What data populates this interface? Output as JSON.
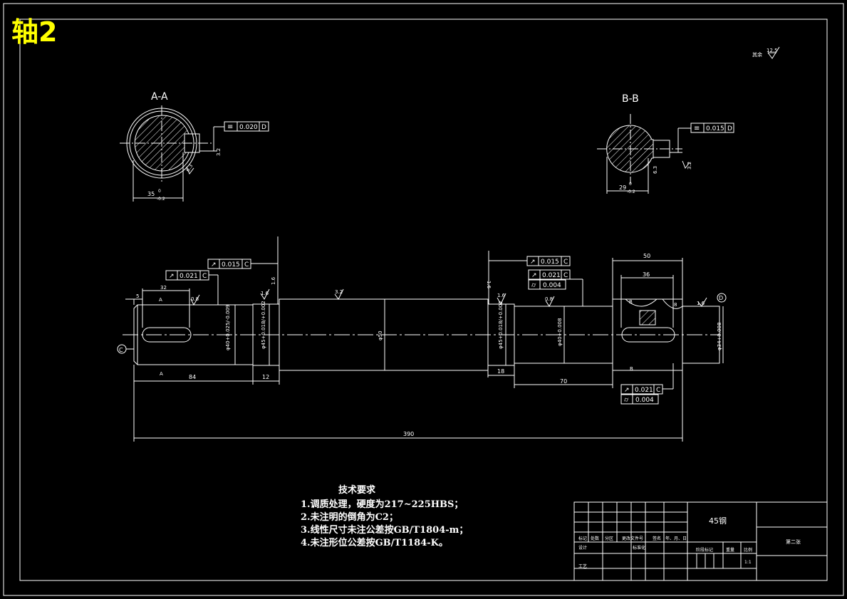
{
  "drawing_title": "轴2",
  "roughness_rest": {
    "value": "12.5",
    "label": "其余"
  },
  "sections": {
    "a": {
      "label": "A-A",
      "width_dim": "35",
      "width_tol_up": "0",
      "width_tol_low": "-0.2",
      "symmetry_tol": "0.020",
      "datum": "D",
      "key_rough": "3.2",
      "side_rough": "6.3"
    },
    "b": {
      "label": "B-B",
      "width_dim": "29",
      "width_tol_up": "0",
      "width_tol_low": "-0.2",
      "symmetry_tol": "0.015",
      "datum": "D",
      "key_rough": "3.2",
      "side_rough": "6.3"
    }
  },
  "main_view": {
    "dims": {
      "left_step": "5",
      "key_len": "32",
      "d1": "φ40+0.025/-0.009",
      "d2": "φ45+0.018/+0.002",
      "d3": "φ50",
      "d4": "φ45+0.018/+0.002",
      "d5": "φ40+0.008",
      "d6": "φ34+0.008",
      "len_84": "84",
      "len_12": "12",
      "len_18": "18",
      "len_70": "70",
      "len_50": "50",
      "len_36": "36",
      "len_8": "8",
      "total": "390"
    },
    "rough": {
      "r08a": "0.8",
      "r16a": "1.6",
      "r16b": "1.6",
      "r32": "3.2",
      "r16c": "1.6",
      "r08b": "0.8",
      "r16d": "1.6",
      "r16e": "1.6"
    },
    "tolerances": {
      "left_runout1": {
        "value": "0.021",
        "datum": "C"
      },
      "left_runout2": {
        "value": "0.015",
        "datum": "C"
      },
      "right_runout1": {
        "value": "0.015",
        "datum": "C"
      },
      "right_runout2": {
        "value": "0.021",
        "datum": "C"
      },
      "right_cyl": {
        "value": "0.004"
      },
      "bottom_runout": {
        "value": "0.021",
        "datum": "C"
      },
      "bottom_cyl": {
        "value": "0.004"
      }
    },
    "datum_c": "C",
    "datum_d": "D",
    "section_marks": {
      "a": "A",
      "b": "B"
    }
  },
  "tech_requirements": {
    "heading": "技术要求",
    "items": [
      "1.调质处理，硬度为217~225HBS；",
      "2.未注明的倒角为C2；",
      "3.线性尺寸未注公差按GB/T1804-m；",
      "4.未注形位公差按GB/T1184-K。"
    ]
  },
  "title_block": {
    "material": "45钢",
    "sheet": "第二张",
    "row_labels": [
      "标记",
      "处数",
      "分区",
      "更改文件号",
      "签名",
      "年、月、日"
    ],
    "design": "设计",
    "standard": "标准化",
    "stage_mark": "阶段标记",
    "weight": "重量",
    "scale_label": "比例",
    "scale": "1:1",
    "process": "工艺"
  }
}
